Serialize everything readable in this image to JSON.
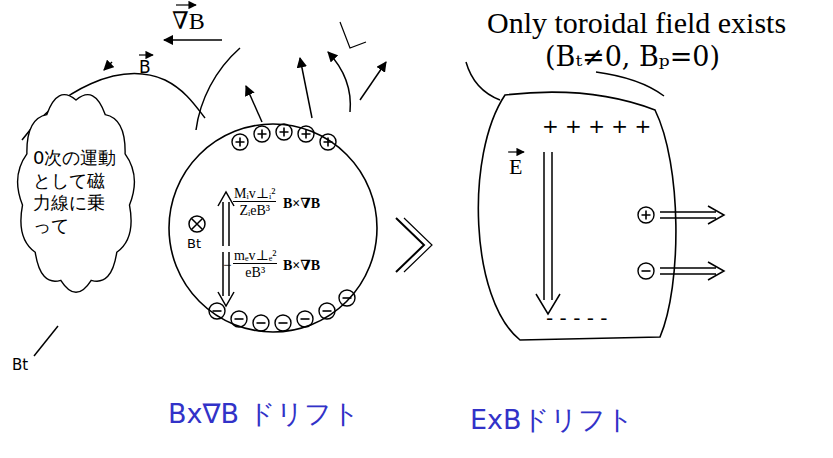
{
  "diagram": {
    "nodes": [
      {
        "text": [
          "0次の運動として磁力線に乗って"
        ]
      },
      {
        "text": [
          "Mᵢv⊥ᵢ²",
          "ZᵢeB³",
          "B×∇B",
          "−",
          "mₑv⊥ₑ²",
          "eB³",
          "B×∇B",
          "Bt"
        ]
      },
      {
        "text": [
          "+ + + + +",
          "E",
          "- - - - -"
        ]
      }
    ],
    "labels": [
      "∇B",
      "B",
      "Only toroidal field exists",
      "(Bₜ≠0, Bₚ=0)",
      "Bt",
      "Bx∇B ドリフト",
      "ExBドリフト"
    ]
  }
}
